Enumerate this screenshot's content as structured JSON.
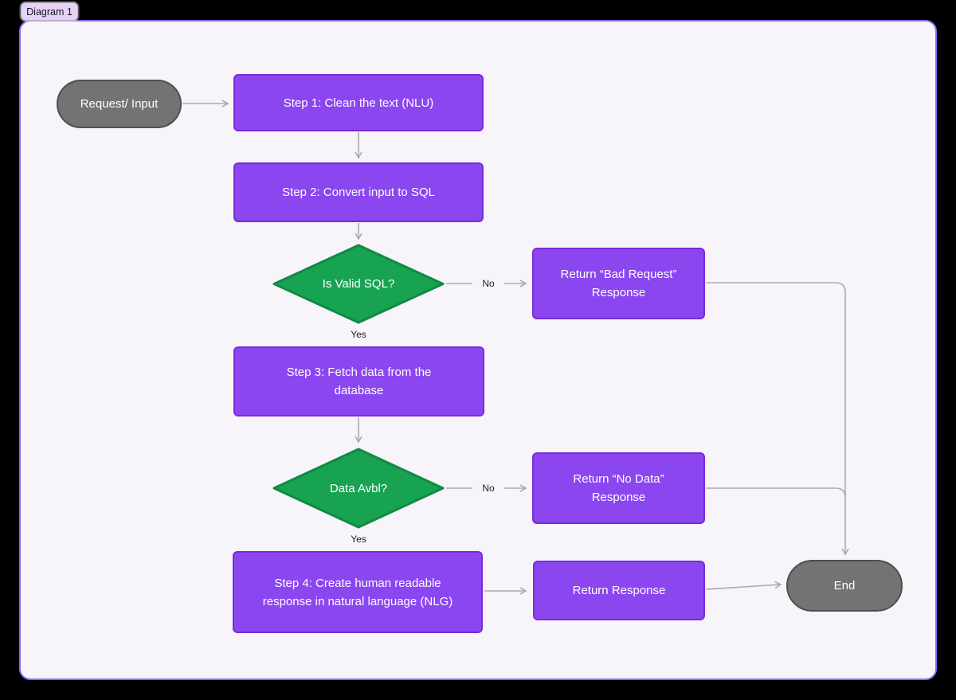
{
  "diagram": {
    "tab_label": "Diagram 1",
    "nodes": {
      "request": {
        "label": "Request/ Input",
        "type": "terminal"
      },
      "step1": {
        "label": "Step 1: Clean the text (NLU)",
        "type": "process"
      },
      "step2": {
        "label": "Step 2: Convert input to SQL",
        "type": "process"
      },
      "valid_sql": {
        "label": "Is Valid SQL?",
        "type": "decision"
      },
      "bad_request": {
        "label": "Return “Bad Request” Response",
        "type": "process"
      },
      "step3": {
        "label": "Step 3: Fetch data from the database",
        "type": "process"
      },
      "data_avbl": {
        "label": "Data Avbl?",
        "type": "decision"
      },
      "no_data": {
        "label": "Return “No Data” Response",
        "type": "process"
      },
      "step4": {
        "label": "Step 4: Create human readable response in natural language (NLG)",
        "type": "process"
      },
      "return_response": {
        "label": "Return Response",
        "type": "process"
      },
      "end": {
        "label": "End",
        "type": "terminal"
      }
    },
    "edge_labels": {
      "valid_sql_no": "No",
      "valid_sql_yes": "Yes",
      "data_avbl_no": "No",
      "data_avbl_yes": "Yes"
    },
    "colors": {
      "process_fill": "#8B46F0",
      "process_border": "#7A2BD9",
      "decision_fill": "#18A352",
      "decision_border": "#0F8A44",
      "terminal_fill": "#737373",
      "terminal_border": "#4F4F4F",
      "connector": "#ABABAB",
      "node_text": "#FFFFFF",
      "edge_label_text": "#1F1F1F",
      "canvas_bg": "#F7F4FA",
      "canvas_border": "#8F64F2",
      "page_bg": "#000000",
      "tab_bg": "#E6D2F4",
      "tab_text": "#15161E"
    }
  }
}
